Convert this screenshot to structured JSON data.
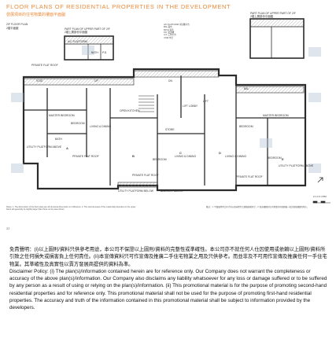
{
  "header": {
    "title_en": "FLOOR PLANS OF RESIDENTIAL PROPERTIES IN THE DEVELOPMENT",
    "title_zh": "發展項目的住宅物業的樓面平面圖"
  },
  "plan": {
    "floor_label_en": "2/F FLOOR PLAN",
    "floor_label_zh": "2樓平面圖",
    "part_plan_left_en": "PART PLAN OF UPPER PART OF 2/F",
    "part_plan_left_zh": "2樓上層部份平面圖",
    "part_plan_right_en": "PART PLAN OF UPPER PART OF 2/F",
    "part_plan_right_zh": "2樓上層部份平面圖",
    "flats": [
      "A",
      "B",
      "C",
      "D",
      "E"
    ],
    "rooms": [
      "A/C PLATFORM",
      "BATH",
      "P.D.",
      "PRIVATE FLAT ROOF",
      "VOID",
      "UP",
      "DN",
      "BAL",
      "MASTER BEDROOM",
      "BEDROOM",
      "LIVING & DINING",
      "OPEN KITCHEN",
      "BATH",
      "UTILITY PLATFORM ABOVE",
      "PRIVATE FLAT ROOF",
      "LIFT LOBBY",
      "LIFT",
      "STORE",
      "BEDROOM",
      "LIVING & DINING",
      "PRIVATE FLAT ROOF",
      "UTILITY PLATFORM BELOW",
      "BALCONY ABOVE",
      "MASTER BEDROOM",
      "BEDROOM",
      "UTILITY PLATFORM ABOVE",
      "PRIVATE FLAT ROOF",
      "LIVING & DINING",
      "BEDROOM"
    ],
    "key_legend": [
      "A/C PLATFORM 冷氣機平台",
      "BAL 露台",
      "BATH 浴室",
      "P.D. 管道槽",
      "U.P. 工作平台",
      "VOID 中空"
    ],
    "notes_en": "Notes: 1. The dimensions of the floor plans are all structural dimensions in millimetres. 2. The internal areas of the residential properties on the upper floors will generally be slightly larger than those on the lower floors.",
    "notes_zh": "備註：1. 平面圖所列之尺寸為以毫米標示之建築結構尺寸。2. 較高樓層的住宅物業的內部面積一般比較低樓層的稍大。",
    "scale_label": "0  1  2  3  4  5M",
    "page_number": "22"
  },
  "disclaimer": {
    "zh": "免責聲明：(i)以上圖則/資料只供參考用途，本公司不保證以上圖則/資料的完整性或準確性。本公司亦不就任何人仕因使用或依賴以上圖則/資料所引致之任何損失或損害負上任何責任。(ii)本宣傳資料只可作宣傳及推廣二手住宅物業之用及只供參考。而並非及不可用作宣傳及推廣任何一手住宅物業。其準確性及真實性以賣方發展商提供的資料為準。",
    "en": "Disclaimer Policy: (i) The plan(s)/information contained herein are for reference only. Our Company does not warrant the completeness or accuracy of the above plan(s)/information. Our Company also disclaims any liability whatsoever for any loss or damage suffered or to be suffered by any person as a result of using or relying on the plan(s)/information. (ii) This promotional material is for the purpose of promoting second-hand residential properties and for reference only. This promotional material shall not be used for the purpose of promoting first-hand residential properties. The accuracy and truth of the information contained in this promotional material shall be subject to information provided by the developers."
  },
  "colors": {
    "accent": "#e88a3a",
    "wall": "#2b2b2b",
    "hatch": "#8a8a8a",
    "watermark": "#b9c7d8"
  }
}
